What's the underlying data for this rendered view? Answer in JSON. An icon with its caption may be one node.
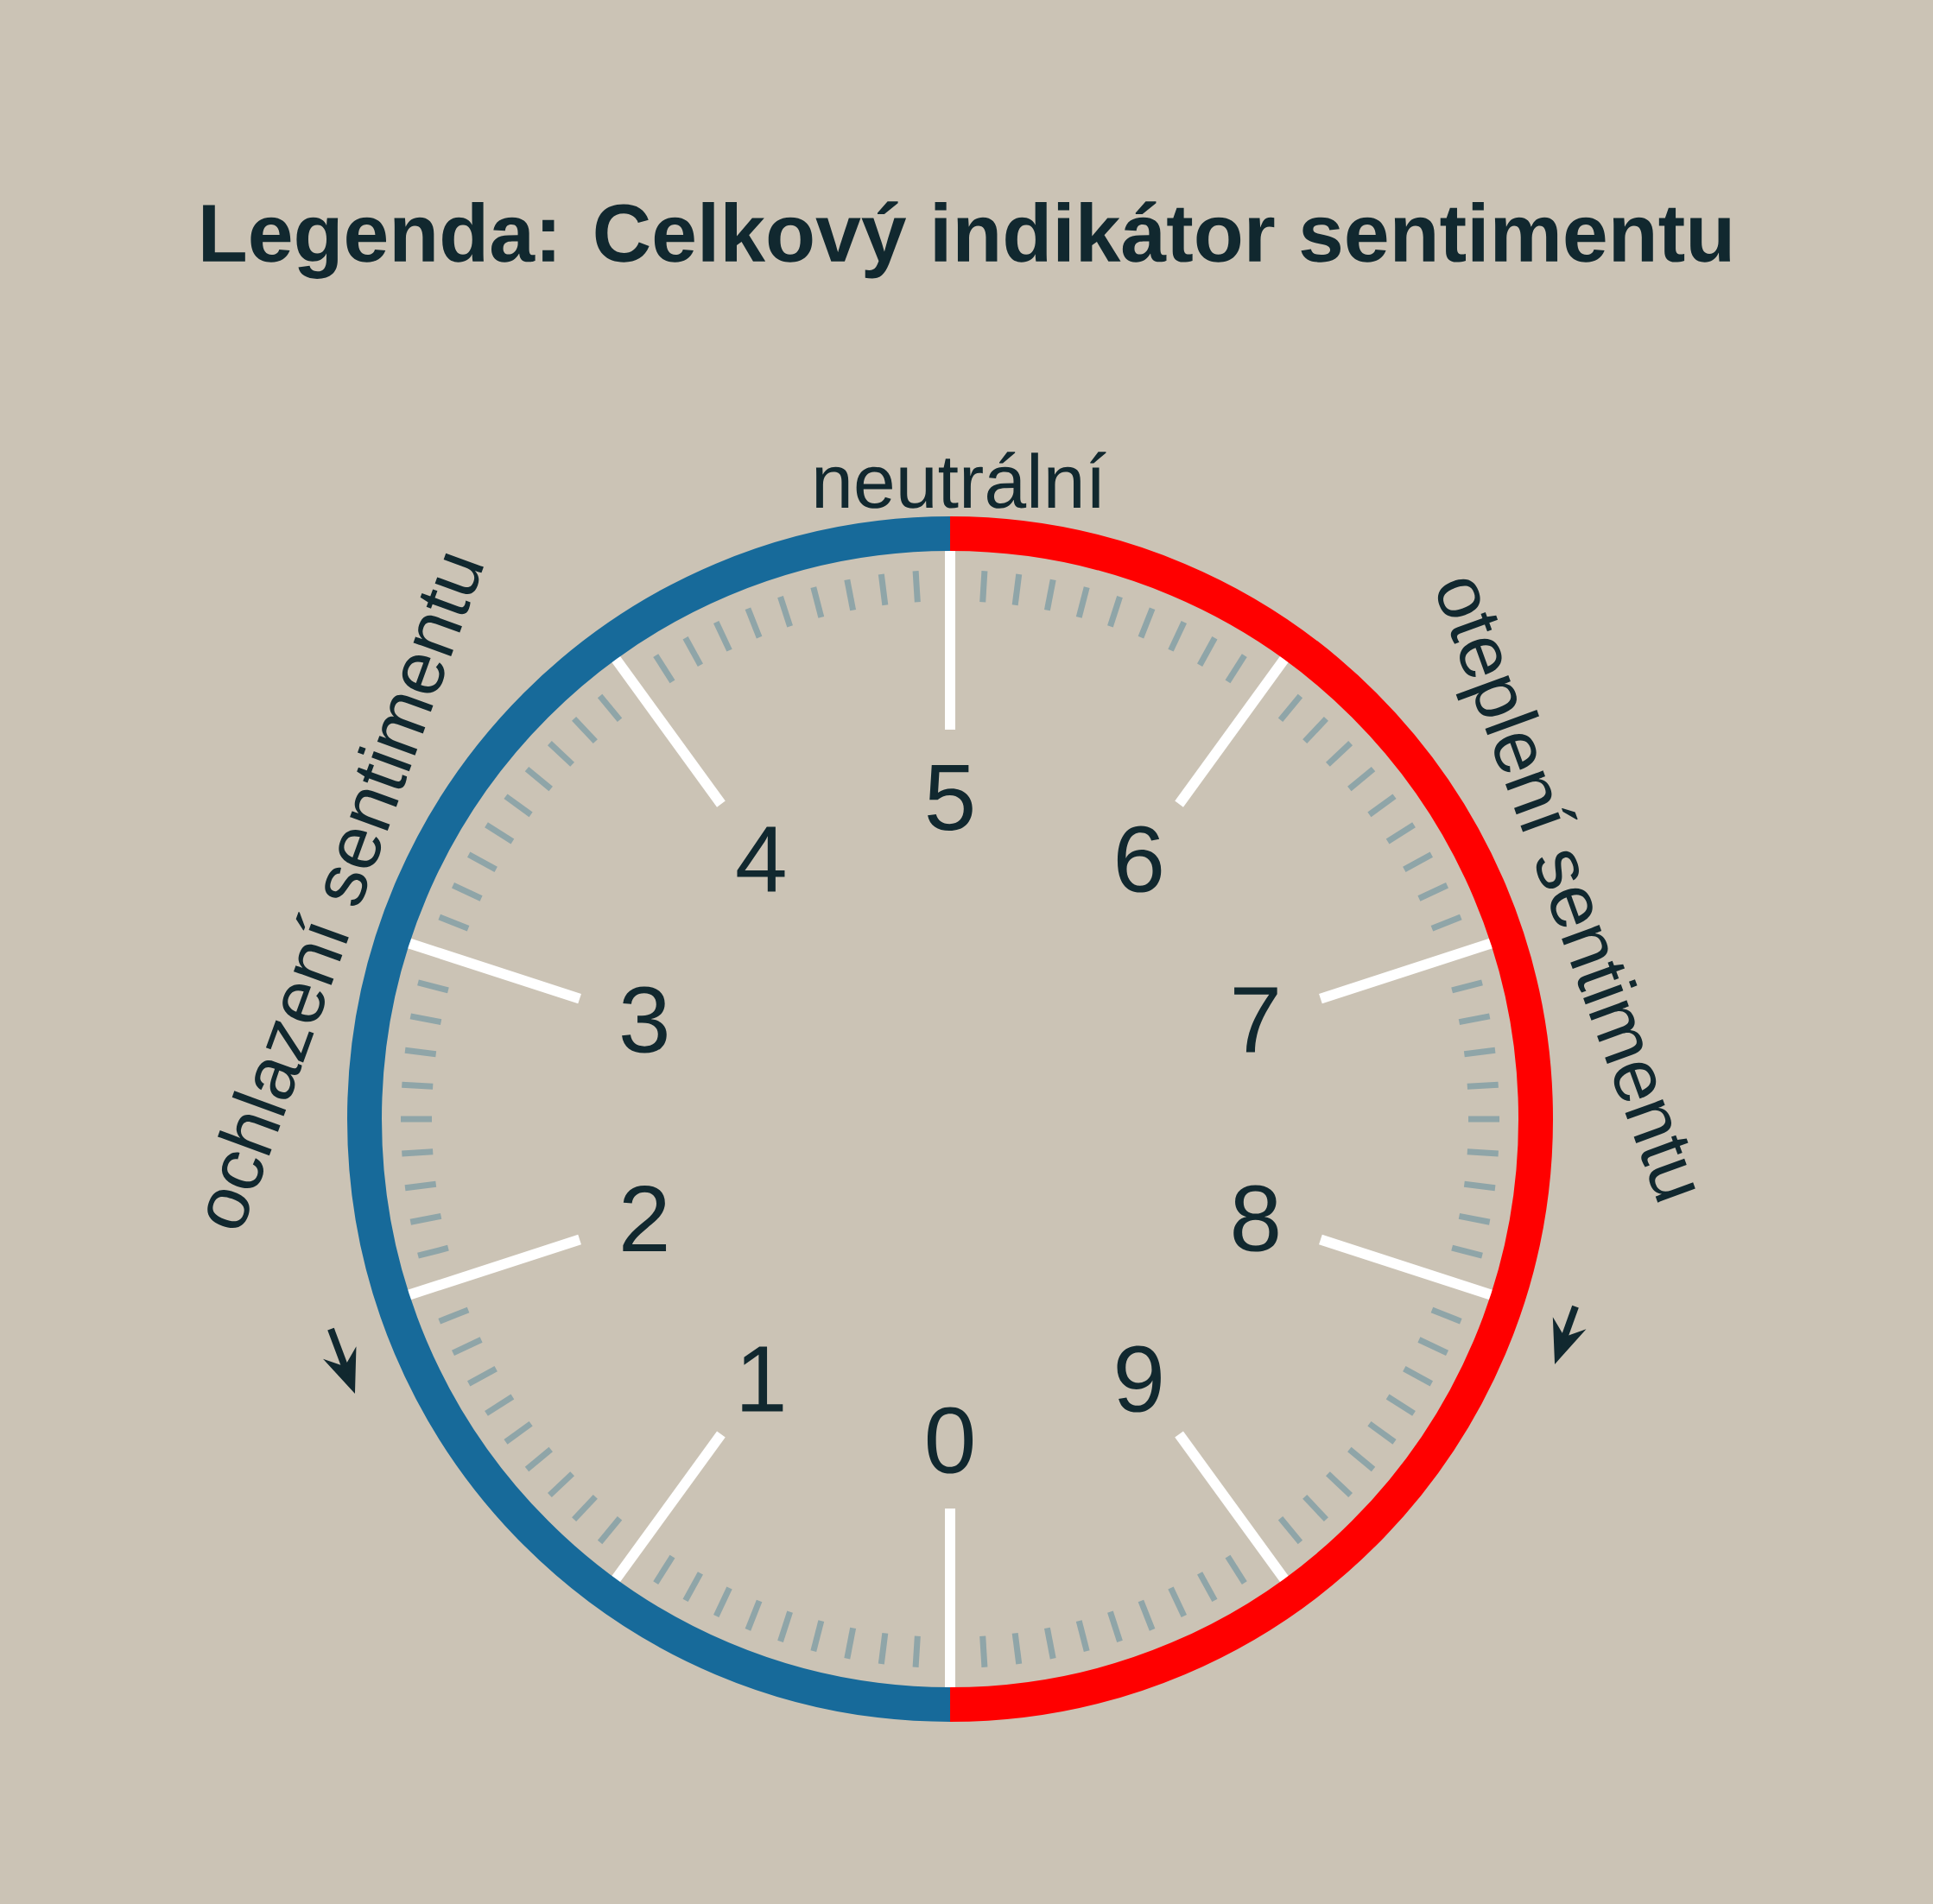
{
  "diagram": {
    "title": "Legenda: Celkový indikátor sentimentu",
    "labels": [
      "neutrální",
      "ochlazení sentimentu",
      "oteplení sentimentu",
      "0",
      "1",
      "2",
      "3",
      "4",
      "5",
      "6",
      "7",
      "8",
      "9"
    ]
  }
}
